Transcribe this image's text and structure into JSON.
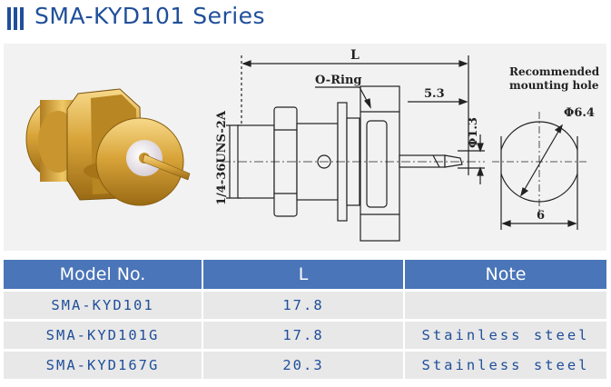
{
  "header": {
    "title": "SMA-KYD101 Series"
  },
  "drawing": {
    "dim_L": "L",
    "o_ring": "O-Ring",
    "dim_5_3": "5.3",
    "dim_1_3": "Φ1.3",
    "thread": "1/4-36UNS-2A",
    "recommended_line1": "Recommended",
    "recommended_line2": "mounting hole",
    "dim_6_4": "Φ6.4",
    "dim_6": "6"
  },
  "table": {
    "headers": [
      "Model No.",
      "L",
      "Note"
    ],
    "rows": [
      [
        "SMA-KYD101",
        "17.8",
        ""
      ],
      [
        "SMA-KYD101G",
        "17.8",
        "Stainless steel"
      ],
      [
        "SMA-KYD167G",
        "20.3",
        "Stainless steel"
      ]
    ]
  },
  "colors": {
    "title": "#1f4f9a",
    "header_bg": "#4a75b8",
    "row_bg": "#e8e8e8",
    "gold": "#d9a53a"
  }
}
